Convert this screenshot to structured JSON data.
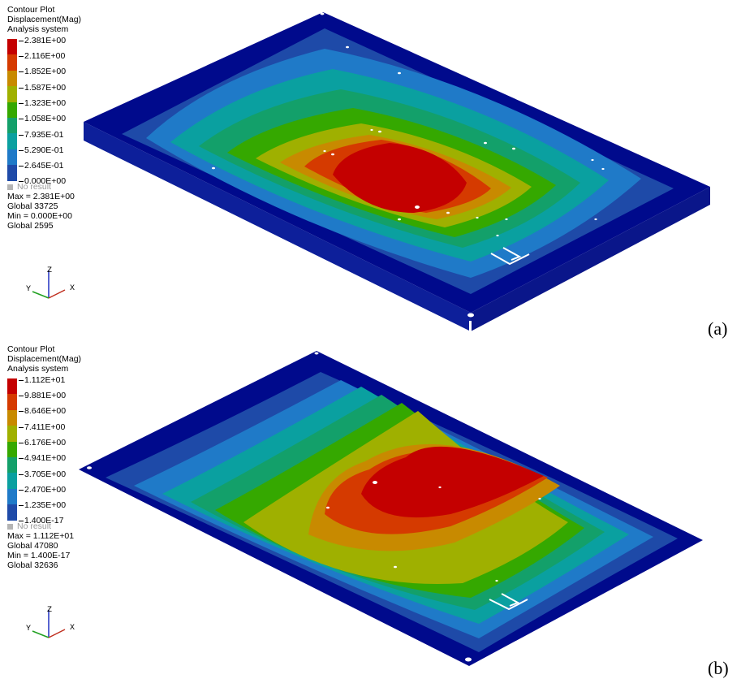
{
  "panels": [
    {
      "id": "a",
      "label": "(a)",
      "legend": {
        "title_lines": [
          "Contour Plot",
          "Displacement(Mag)",
          "Analysis system"
        ],
        "levels": [
          "2.381E+00",
          "2.116E+00",
          "1.852E+00",
          "1.587E+00",
          "1.323E+00",
          "1.058E+00",
          "7.935E-01",
          "5.290E-01",
          "2.645E-01",
          "0.000E+00"
        ],
        "no_result": "No result",
        "max": "Max = 2.381E+00",
        "max_node": "Global 33725",
        "min": "Min = 0.000E+00",
        "min_node": "Global 2595"
      }
    },
    {
      "id": "b",
      "label": "(b)",
      "legend": {
        "title_lines": [
          "Contour Plot",
          "Displacement(Mag)",
          "Analysis system"
        ],
        "levels": [
          "1.112E+01",
          "9.881E+00",
          "8.646E+00",
          "7.411E+00",
          "6.176E+00",
          "4.941E+00",
          "3.705E+00",
          "2.470E+00",
          "1.235E+00",
          "1.400E-17"
        ],
        "no_result": "No result",
        "max": "Max = 1.112E+01",
        "max_node": "Global 47080",
        "min": "Min = 1.400E-17",
        "min_node": "Global 32636"
      }
    }
  ],
  "triad_labels": {
    "z": "Z",
    "y": "Y",
    "x": "X"
  },
  "colors": {
    "band_0": "#c40000",
    "band_1": "#d53a00",
    "band_2": "#c88a00",
    "band_3": "#9fb000",
    "band_4": "#35a800",
    "band_5": "#13a06a",
    "band_6": "#0aa0a0",
    "band_7": "#1f7ac8",
    "band_8": "#1e4aa8",
    "band_9": "#000a8c",
    "no_result": "#b4b4b4"
  }
}
